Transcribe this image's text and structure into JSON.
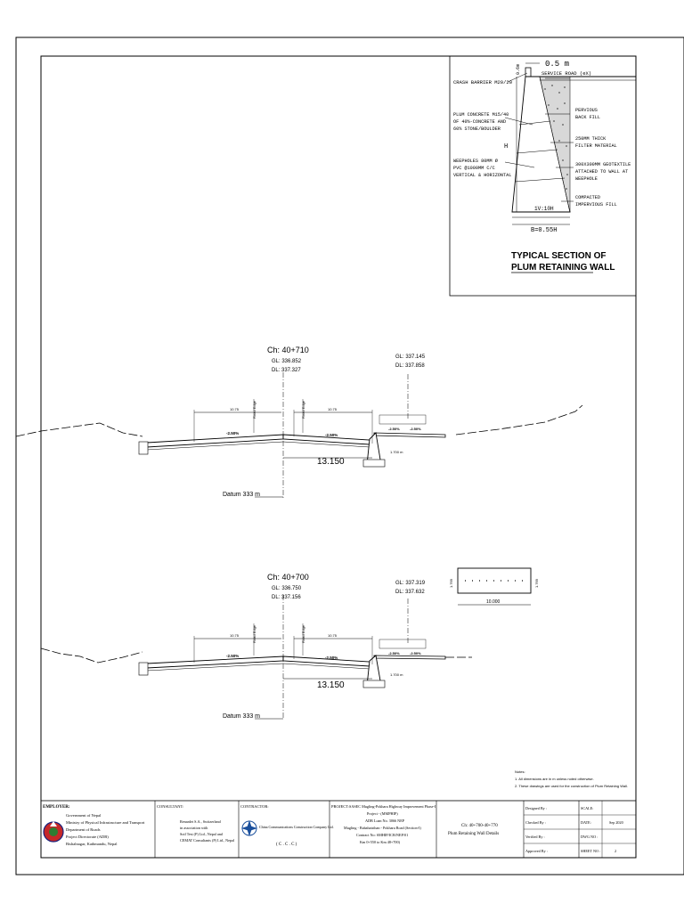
{
  "typical_section": {
    "top_dim": "0.5 m",
    "side_dim": "0.6m",
    "crash_barrier": "CRASH BARRIER M20/20",
    "service_road": "SERVICE ROAD (eX)",
    "plum_concrete": [
      "PLUM CONCRETE M15/40",
      "OF 40%-CONCRETE AND",
      "60% STONE/BOULDER"
    ],
    "weepholes": [
      "WEEPHOLES 80MM Ø",
      "PVC @1000MM C/C",
      "VERTICAL & HORIZONTAL"
    ],
    "pervious": [
      "PERVIOUS",
      "BACK FILL"
    ],
    "filter": [
      "250MM THICK",
      "FILTER MATERIAL"
    ],
    "geotextile": [
      "300X300MM GEOTEXTILE",
      "ATTACHED TO WALL AT",
      "WEEPHOLE"
    ],
    "compacted": [
      "COMPACTED",
      "IMPERVIOUS FILL"
    ],
    "height_label": "H",
    "slope_label": "1V:10H",
    "base_label": "B=0.55H",
    "title_line1": "TYPICAL SECTION OF",
    "title_line2": "PLUM RETAINING WALL"
  },
  "sections": [
    {
      "chainage": "Ch: 40+710",
      "gl_center": "GL: 336.852",
      "dl_center": "DL: 337.327",
      "gl_right": "GL: 337.145",
      "dl_right": "DL: 337.858",
      "width_label": "13.150",
      "datum": "Datum  333 m",
      "slope_left": "-2.50%",
      "slope_right": "-2.50%",
      "slope_sr1": "-2.50%",
      "slope_sr2": "-2.50%",
      "top_dim_left": "10.75",
      "top_dim_right": "10.75",
      "road_edge": "Road Edge",
      "wall_dim": "1.700 m"
    },
    {
      "chainage": "Ch: 40+700",
      "gl_center": "GL: 336.750",
      "dl_center": "DL: 337.156",
      "gl_right": "GL: 337.319",
      "dl_right": "DL: 337.632",
      "width_label": "13.150",
      "datum": "Datum  333 m",
      "slope_left": "-2.50%",
      "slope_right": "-2.50%",
      "slope_sr1": "-2.50%",
      "slope_sr2": "-2.50%",
      "top_dim_left": "10.75",
      "top_dim_right": "10.75",
      "road_edge": "Road Edge",
      "wall_dim": "1.700 m"
    }
  ],
  "detail": {
    "width": "10.000",
    "height_left": "1.769",
    "height_right": "1.769"
  },
  "notes": {
    "heading": "Notes:",
    "lines": [
      "1. All dimensions are in m unless noted otherwise.",
      "2. These drawings are used for the construction of Plum Retaining Wall."
    ]
  },
  "title_block": {
    "employer_label": "EMPLOYER:",
    "employer_lines": [
      "Government of Nepal",
      "Ministry of Physical Infrastructure and Transport",
      "Department of Roads",
      "Project Directorate (ADB)",
      "Bishalnagar, Kathmandu, Nepal"
    ],
    "consultant_label": "CONSULTANT:",
    "consultant_lines": [
      "Renardet S.A., Switzerland",
      "in association with",
      "Soil Test (P) Ltd., Nepal and",
      "CEMAT Consultants (P) Ltd., Nepal"
    ],
    "contractor_label": "CONTRACTOR:",
    "contractor_name": "China Communications Construction Company Ltd.",
    "contractor_abbr": "( C . C . C )",
    "project_label": "PROJECT:",
    "project_lines": [
      "SASEC Mugling-Pokhara Highway Improvement Phase-I",
      "Project - (MMPHIP)",
      "ADB Loan No. 3066 NEP",
      "Mugling - Babahaisthan - Pokhara Road (Section-I)",
      "Contract No: SMHIP/ICB/NEP/01",
      "Km 0+550 to Km 48+700)"
    ],
    "drawing_title_lines": [
      "Ch: 40+700-40+770",
      "Plum Retaining Wall Details"
    ],
    "designed_by": "Designed By :",
    "checked_by": "Checked By :",
    "verified_by": "Verified By :",
    "approved_by": "Approved By :",
    "scale_label": "SCALE:",
    "date_label": "DATE:",
    "date_value": "Sep 2020",
    "dwg_label": "DWG NO :",
    "sheet_label": "SHEET NO :",
    "sheet_value": "2"
  }
}
